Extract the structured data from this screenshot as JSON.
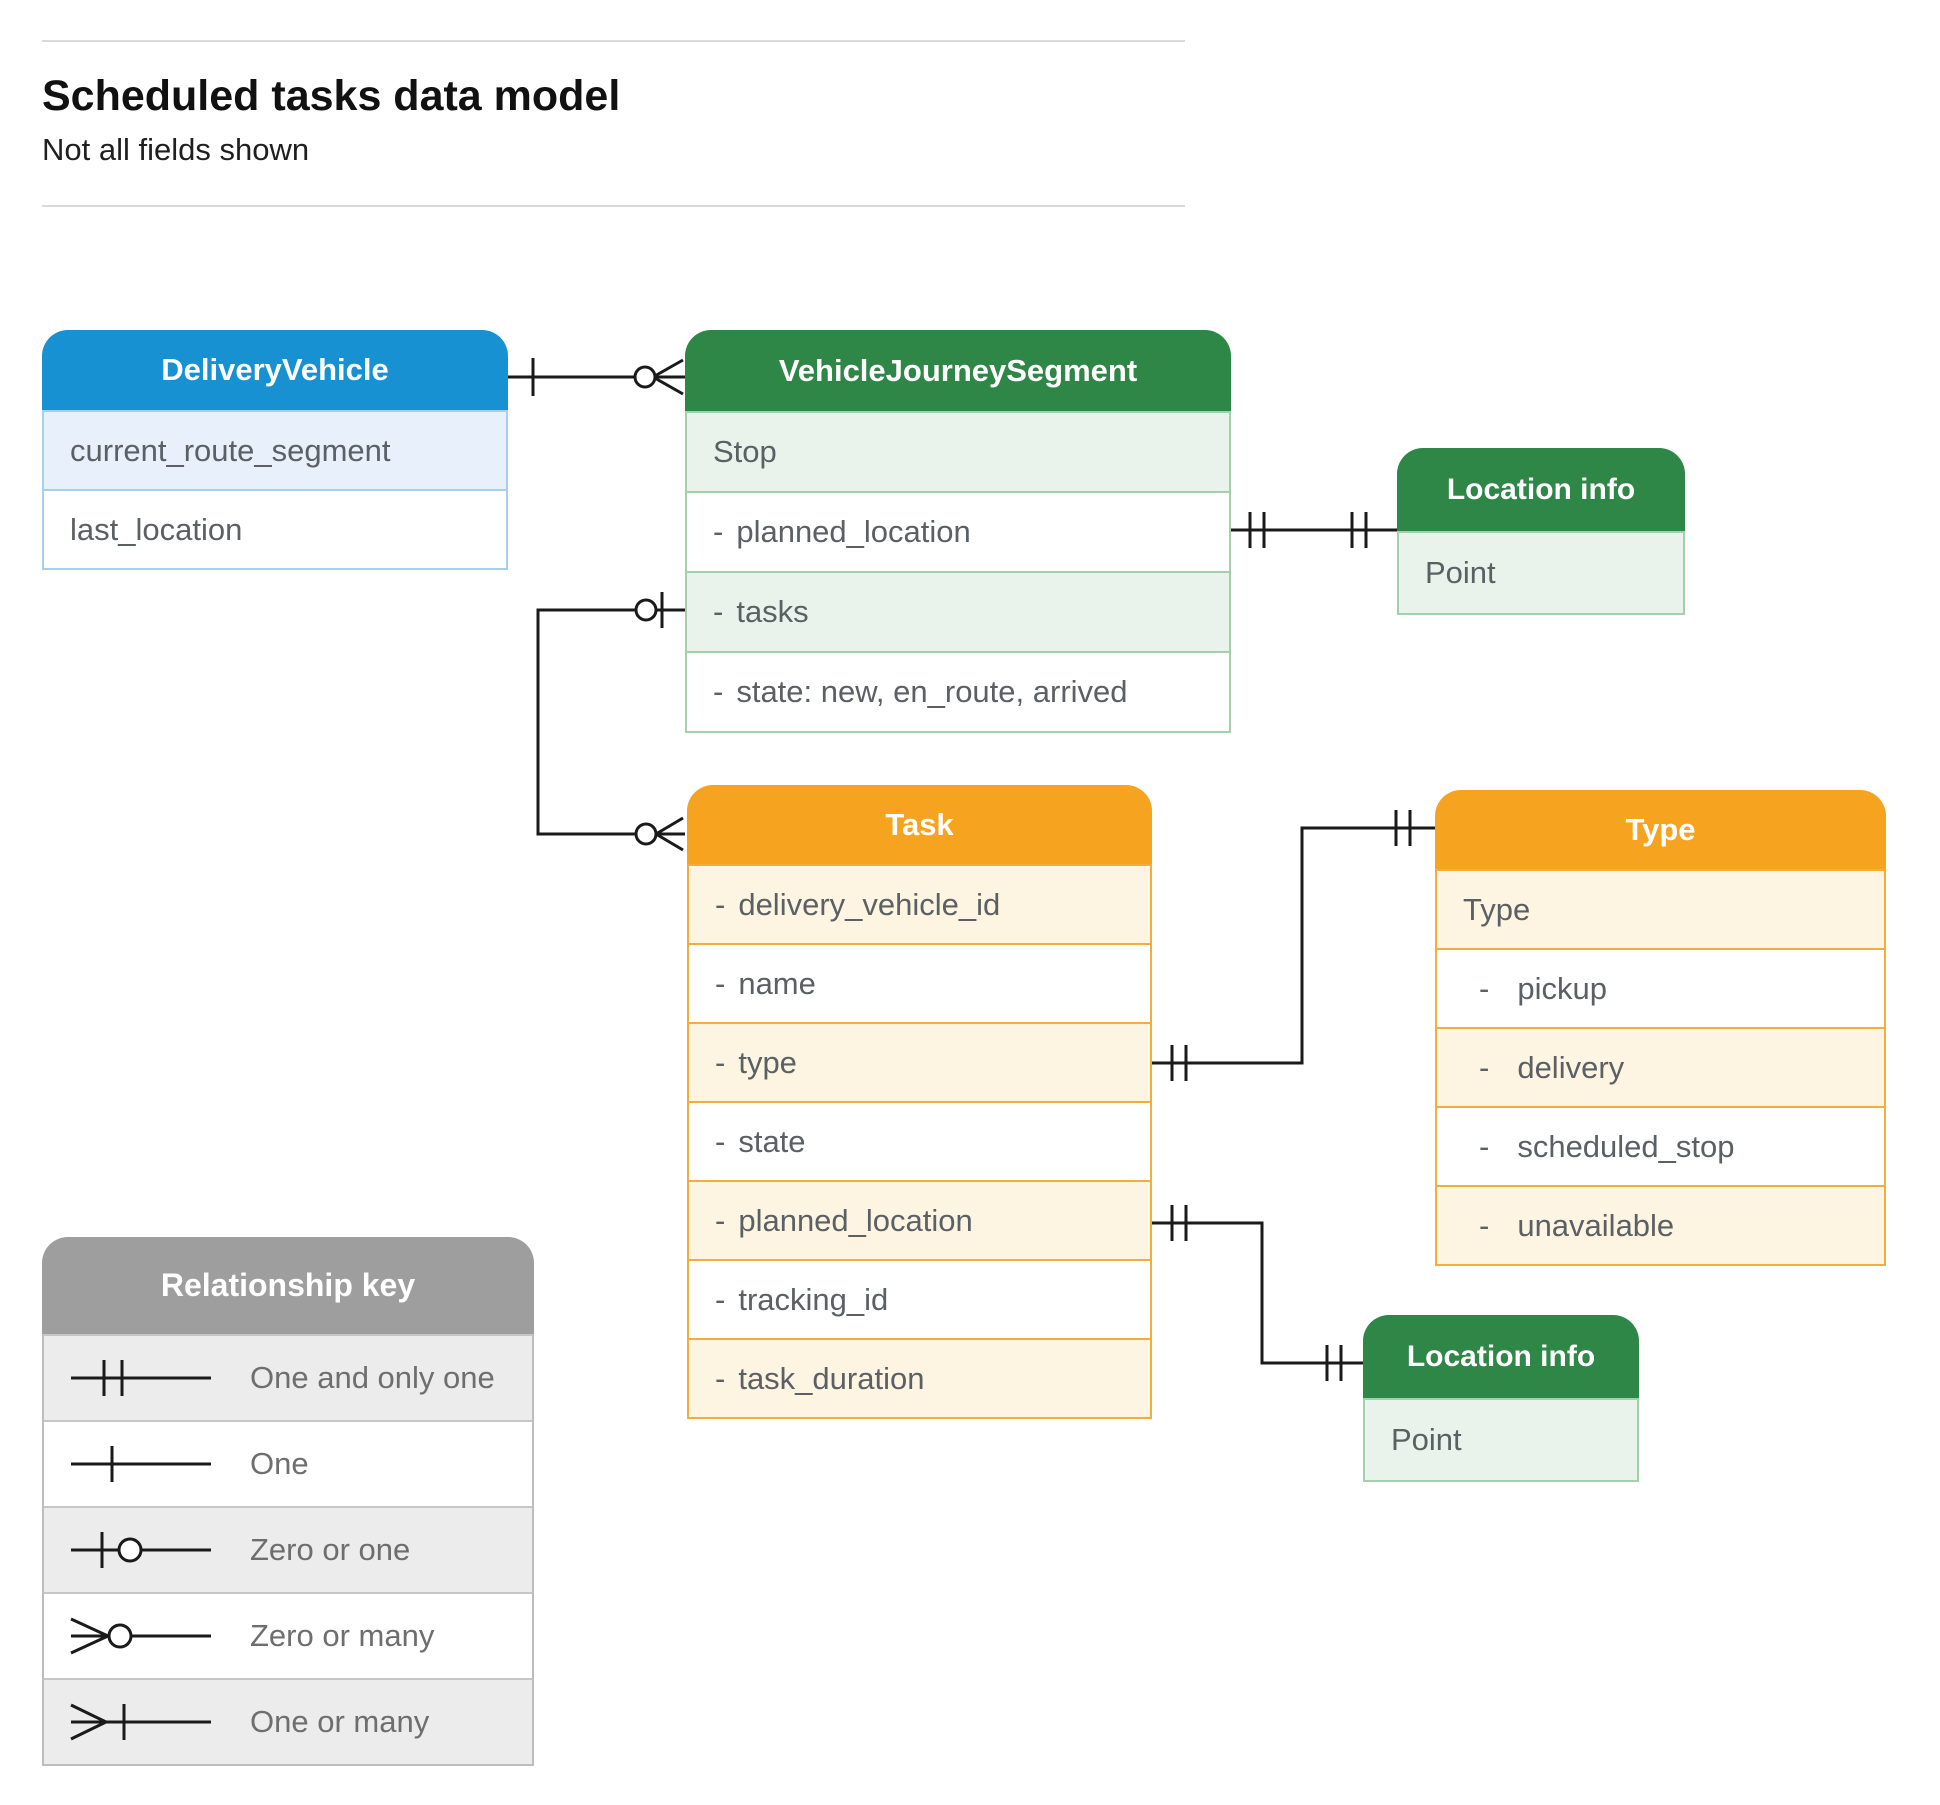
{
  "page": {
    "title": "Scheduled tasks data model",
    "subtitle": "Not all fields shown"
  },
  "entities": {
    "delivery_vehicle": {
      "title": "DeliveryVehicle",
      "fields": [
        {
          "prefix": "",
          "label": "current_route_segment"
        },
        {
          "prefix": "",
          "label": "last_location"
        }
      ]
    },
    "vehicle_journey_segment": {
      "title": "VehicleJourneySegment",
      "fields": [
        {
          "prefix": "",
          "label": "Stop"
        },
        {
          "prefix": "-",
          "label": "planned_location"
        },
        {
          "prefix": "-",
          "label": "tasks"
        },
        {
          "prefix": "-",
          "label": "state: new, en_route, arrived"
        }
      ]
    },
    "location_info_top": {
      "title": "Location info",
      "fields": [
        {
          "prefix": "",
          "label": "Point"
        }
      ]
    },
    "task": {
      "title": "Task",
      "fields": [
        {
          "prefix": "-",
          "label": "delivery_vehicle_id"
        },
        {
          "prefix": "-",
          "label": "name"
        },
        {
          "prefix": "-",
          "label": "type"
        },
        {
          "prefix": "-",
          "label": "state"
        },
        {
          "prefix": "-",
          "label": "planned_location"
        },
        {
          "prefix": "-",
          "label": "tracking_id"
        },
        {
          "prefix": "-",
          "label": "task_duration"
        }
      ]
    },
    "type": {
      "title": "Type",
      "fields": [
        {
          "prefix": "",
          "label": "Type"
        },
        {
          "prefix": "-",
          "label": "pickup"
        },
        {
          "prefix": "-",
          "label": "delivery"
        },
        {
          "prefix": "-",
          "label": "scheduled_stop"
        },
        {
          "prefix": "-",
          "label": "unavailable"
        }
      ]
    },
    "location_info_bottom": {
      "title": "Location info",
      "fields": [
        {
          "prefix": "",
          "label": "Point"
        }
      ]
    }
  },
  "relationships": [
    {
      "from": "DeliveryVehicle",
      "to": "VehicleJourneySegment",
      "from_cardinality": "one",
      "to_cardinality": "zero-or-many"
    },
    {
      "from": "VehicleJourneySegment.planned_location",
      "to": "Location info (top)",
      "from_cardinality": "one-and-only-one",
      "to_cardinality": "one-and-only-one"
    },
    {
      "from": "VehicleJourneySegment.tasks",
      "to": "Task",
      "from_cardinality": "zero-or-one",
      "to_cardinality": "zero-or-many"
    },
    {
      "from": "Task.type",
      "to": "Type",
      "from_cardinality": "one-and-only-one",
      "to_cardinality": "one-and-only-one"
    },
    {
      "from": "Task.planned_location",
      "to": "Location info (bottom)",
      "from_cardinality": "one-and-only-one",
      "to_cardinality": "one-and-only-one"
    }
  ],
  "legend": {
    "title": "Relationship key",
    "items": [
      {
        "symbol": "one-and-only-one",
        "label": "One and only one"
      },
      {
        "symbol": "one",
        "label": "One"
      },
      {
        "symbol": "zero-or-one",
        "label": "Zero or one"
      },
      {
        "symbol": "zero-or-many",
        "label": "Zero or many"
      },
      {
        "symbol": "one-or-many",
        "label": "One or many"
      }
    ]
  },
  "colors": {
    "blue_header": "#1791d2",
    "blue_light": "#e7f0fb",
    "green_header": "#2e8647",
    "green_light": "#e9f3ec",
    "orange_header": "#f6a41f",
    "orange_light": "#fdf4e2",
    "gray_header": "#9e9e9e",
    "gray_light": "#ececec",
    "connector_line": "#1a1a1a",
    "field_text": "#5b6065"
  }
}
